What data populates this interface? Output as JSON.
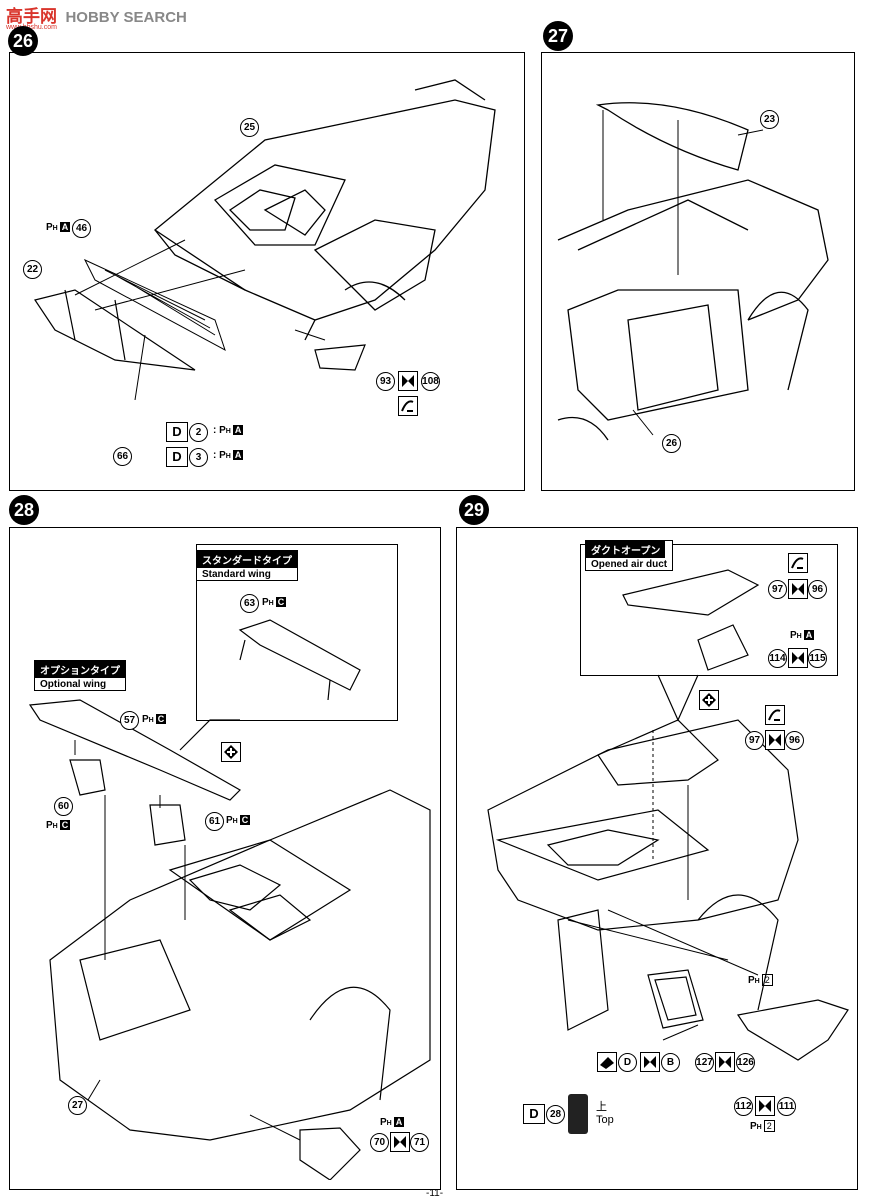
{
  "header": {
    "brand": "HOBBY SEARCH",
    "watermark_cn": "高手网",
    "watermark_url": "www.hbshu.com"
  },
  "page_number": "-11-",
  "steps": {
    "s26": {
      "number": "26",
      "parts": {
        "p25": "25",
        "p46": "46",
        "p22": "22",
        "p93": "93",
        "p108": "108",
        "p66": "66"
      },
      "d2": "2",
      "d3": "3",
      "ph_a": "A",
      "ph": "P",
      "sub": "H",
      "colon": ":"
    },
    "s27": {
      "number": "27",
      "parts": {
        "p23": "23",
        "p26": "26"
      }
    },
    "s28": {
      "number": "28",
      "standard_jp": "スタンダードタイプ",
      "standard_en": "Standard wing",
      "option_jp": "オプションタイプ",
      "option_en": "Optional wing",
      "parts": {
        "p63": "63",
        "p57": "57",
        "p60": "60",
        "p61": "61",
        "p27": "27",
        "p70": "70",
        "p71": "71"
      },
      "ph_c": "C",
      "ph_a": "A"
    },
    "s29": {
      "number": "29",
      "duct_jp": "ダクトオープン",
      "duct_en": "Opened air duct",
      "parts": {
        "p97": "97",
        "p96": "96",
        "p114": "114",
        "p115": "115",
        "p127": "127",
        "p126": "126",
        "p112": "112",
        "p111": "111",
        "p28": "28"
      },
      "ph_a": "A",
      "ph_2": "2",
      "d_label": "D",
      "b_label": "B",
      "top_jp": "上",
      "top_en": "Top"
    }
  },
  "colors": {
    "ink": "#000000",
    "paper": "#ffffff",
    "watermark_red": "#d9342b"
  }
}
